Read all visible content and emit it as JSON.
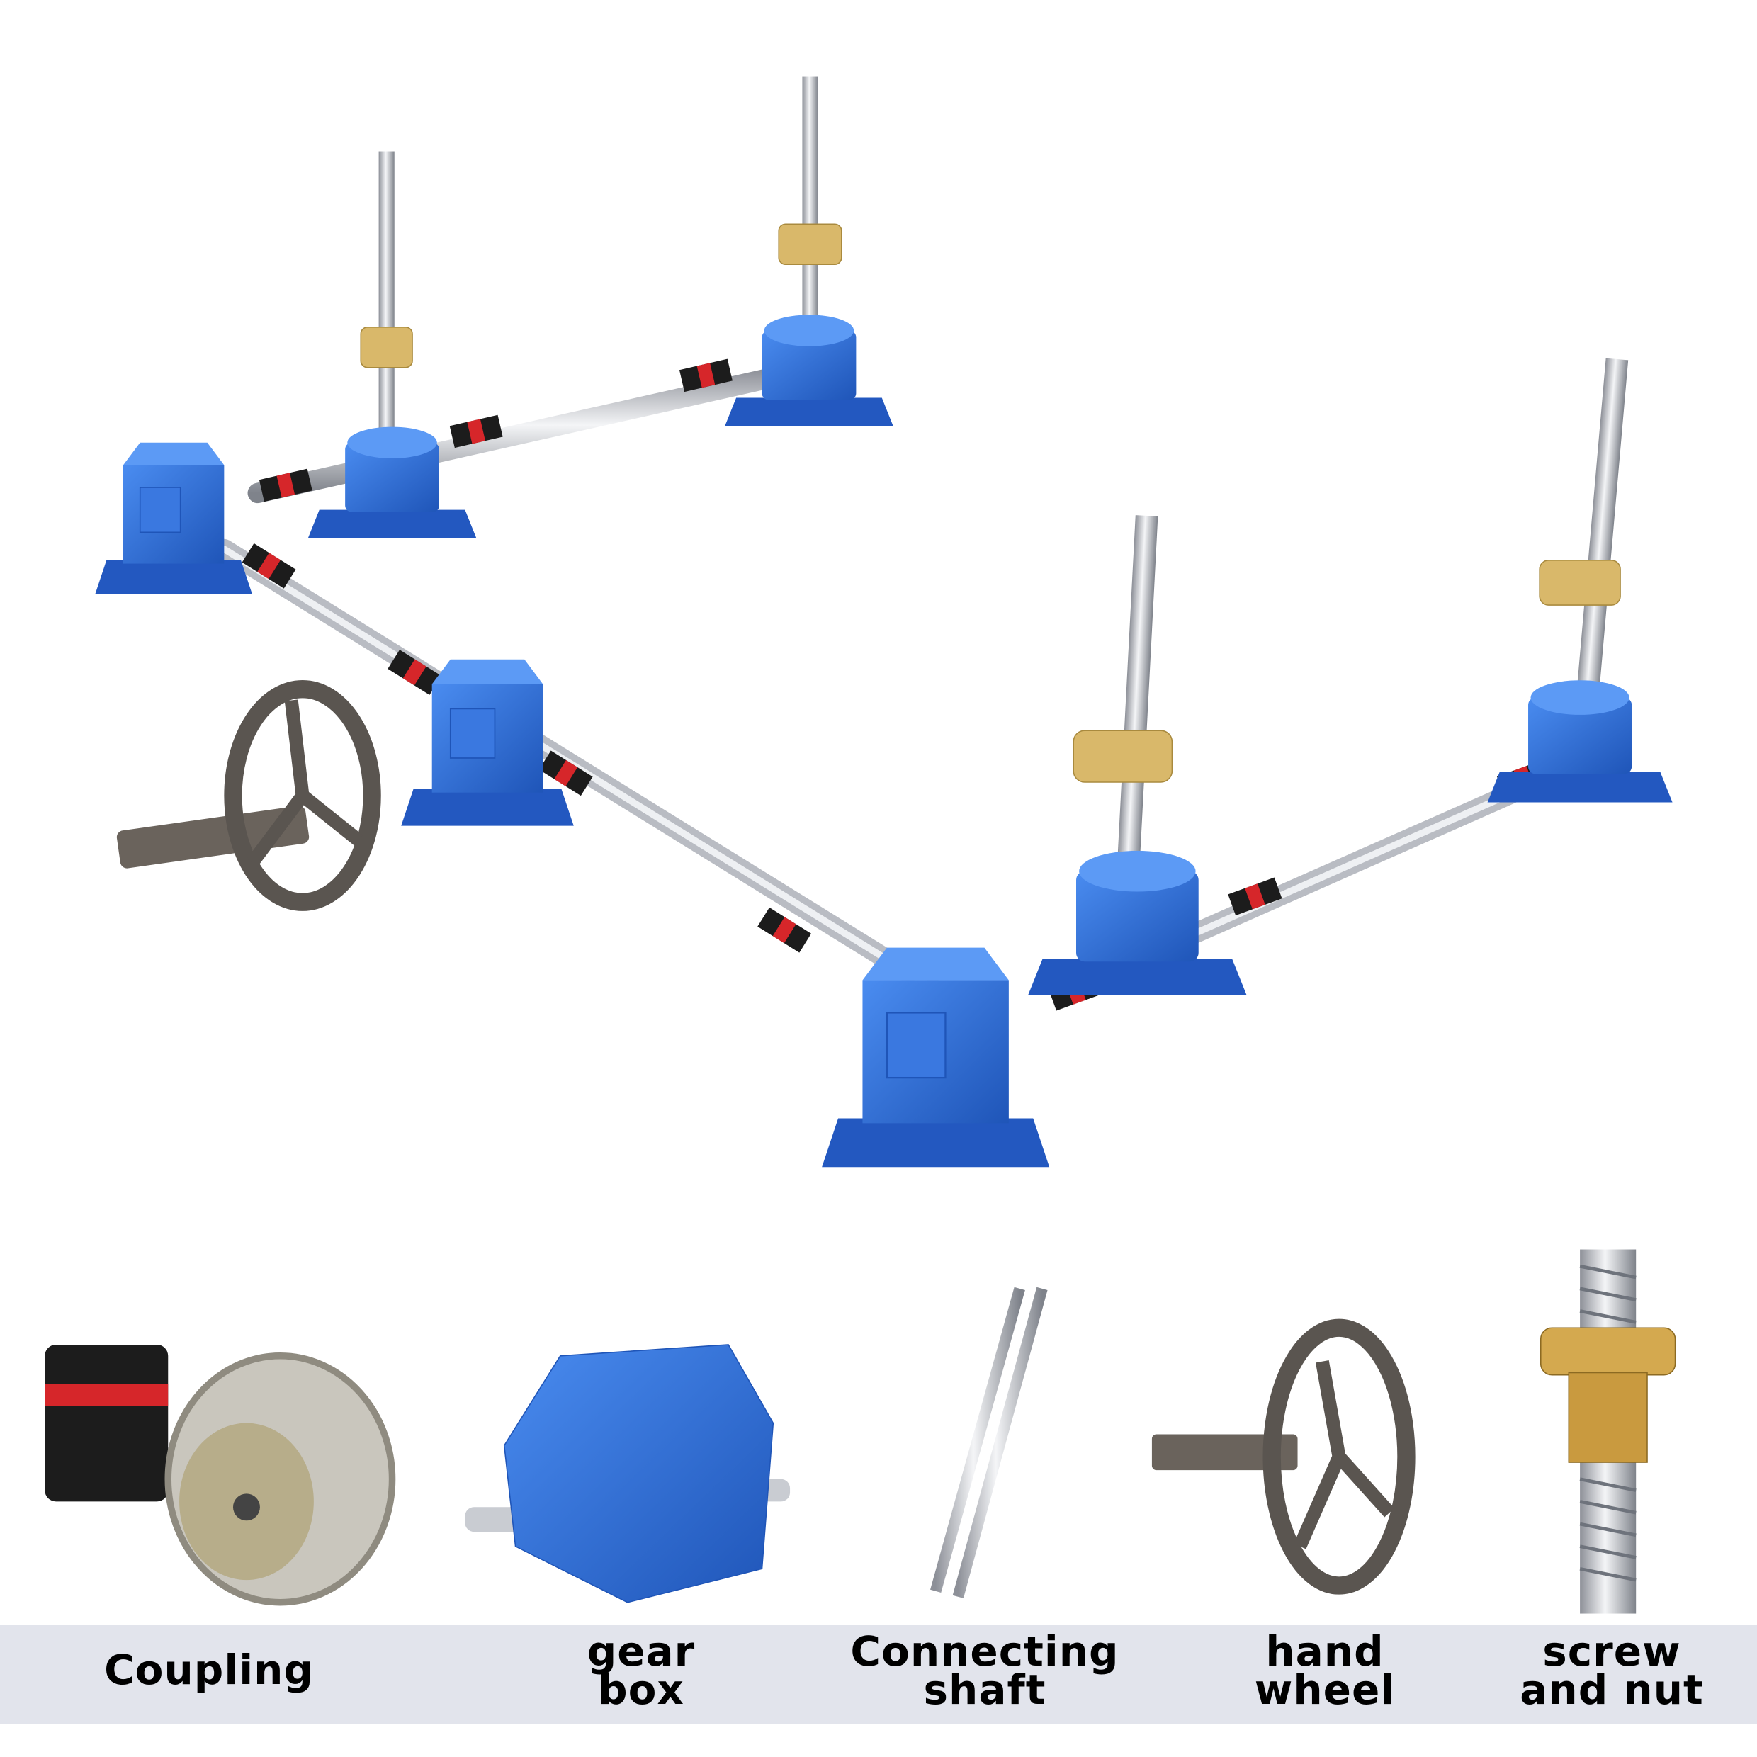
{
  "labels": {
    "coupling": "Coupling",
    "gear_box_1": "gear",
    "gear_box_2": "box",
    "connecting_shaft_1": "Connecting",
    "connecting_shaft_2": "shaft",
    "hand_wheel_1": "hand",
    "hand_wheel_2": "wheel",
    "screw_nut_1": "screw",
    "screw_nut_2": "and nut"
  },
  "colors": {
    "gearbox_blue": "#2f6fd6",
    "shaft_silver": "#c9ccd2",
    "nut_brass": "#d9b86a",
    "coupling_black": "#1c1c1c",
    "coupling_red": "#d6262a",
    "hand_wheel_gray": "#5a5550",
    "label_bar": "#e2e4ec"
  }
}
